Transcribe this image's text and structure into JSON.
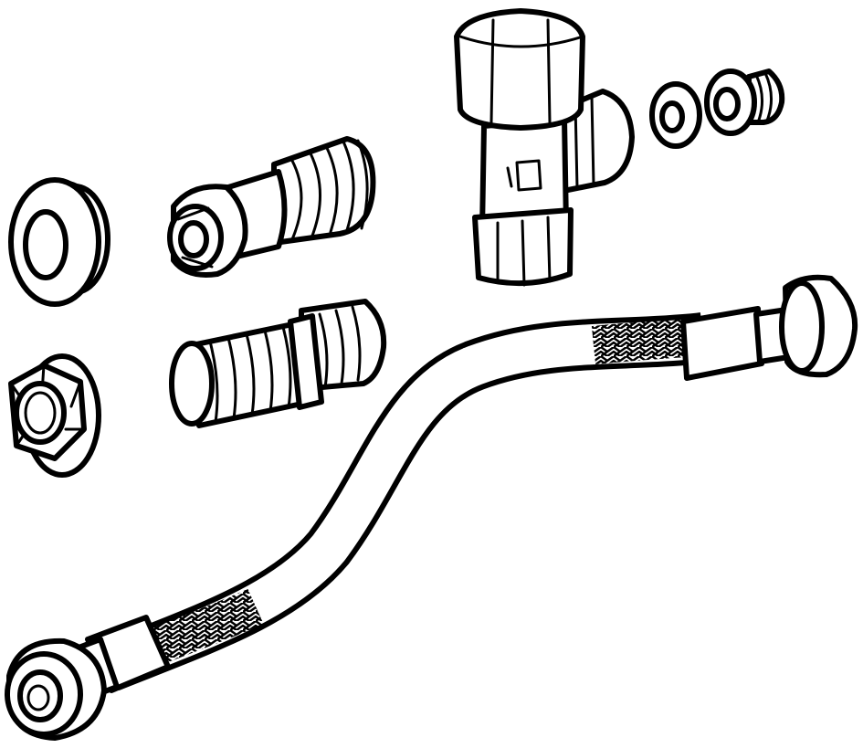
{
  "figure": {
    "kind": "exploded-parts-illustration",
    "style": "black line art on white",
    "colors": {
      "line": "#000000",
      "background": "#ffffff"
    },
    "parts": [
      {
        "id": "sealing-ring-large",
        "icon": "ring-icon"
      },
      {
        "id": "nut-with-washer",
        "icon": "hex-nut-icon"
      },
      {
        "id": "push-fit-connector",
        "icon": "connector-icon"
      },
      {
        "id": "threaded-nipple",
        "icon": "threaded-pipe-icon"
      },
      {
        "id": "angle-valve",
        "icon": "angle-valve-icon"
      },
      {
        "id": "flat-washer",
        "icon": "washer-icon"
      },
      {
        "id": "strainer-insert",
        "icon": "strainer-icon"
      },
      {
        "id": "braided-flex-hose",
        "icon": "hose-icon"
      }
    ]
  }
}
